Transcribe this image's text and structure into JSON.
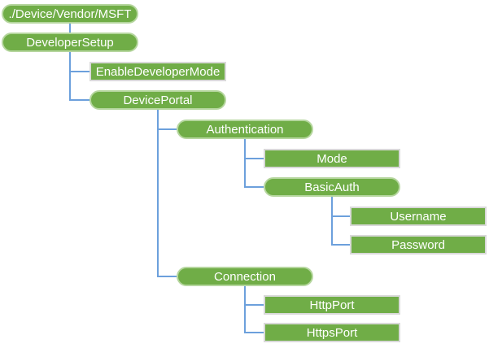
{
  "diagram": {
    "root": {
      "label": "./Device/Vendor/MSFT",
      "shape": "rounded",
      "children": [
        {
          "label": "DeveloperSetup",
          "shape": "rounded",
          "children": [
            {
              "label": "EnableDeveloperMode",
              "shape": "rectangle",
              "children": []
            },
            {
              "label": "DevicePortal",
              "shape": "rounded",
              "children": [
                {
                  "label": "Authentication",
                  "shape": "rounded",
                  "children": [
                    {
                      "label": "Mode",
                      "shape": "rectangle",
                      "children": []
                    },
                    {
                      "label": "BasicAuth",
                      "shape": "rounded",
                      "children": [
                        {
                          "label": "Username",
                          "shape": "rectangle",
                          "children": []
                        },
                        {
                          "label": "Password",
                          "shape": "rectangle",
                          "children": []
                        }
                      ]
                    }
                  ]
                },
                {
                  "label": "Connection",
                  "shape": "rounded",
                  "children": [
                    {
                      "label": "HttpPort",
                      "shape": "rectangle",
                      "children": []
                    },
                    {
                      "label": "HttpsPort",
                      "shape": "rectangle",
                      "children": []
                    }
                  ]
                }
              ]
            }
          ]
        }
      ]
    }
  },
  "colors": {
    "node_fill": "#70AD47",
    "rounded_node_border": "#B5D69E",
    "leaf_node_border": "#D9D9D9",
    "connector_line": "#6CA0DC",
    "node_text": "#FFFFFF",
    "background": "#FFFFFF"
  }
}
